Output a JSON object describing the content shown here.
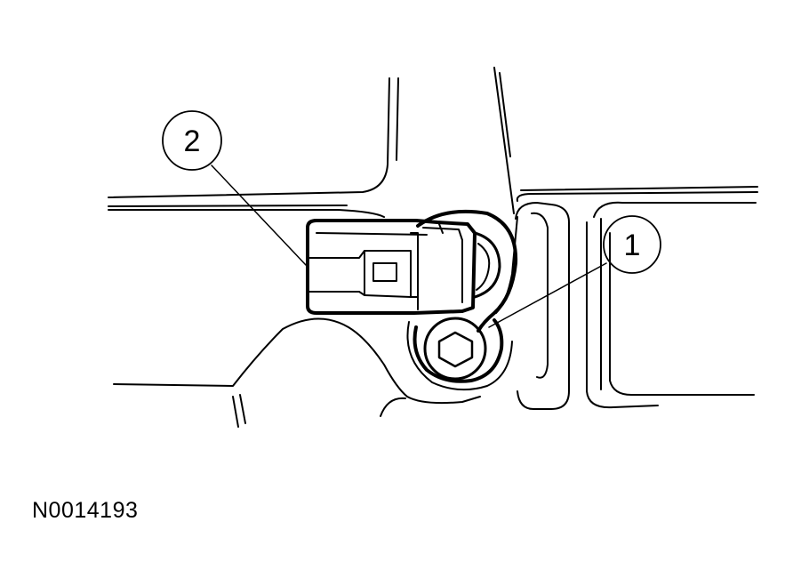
{
  "figure": {
    "id": "N0014193",
    "callouts": [
      {
        "number": "1"
      },
      {
        "number": "2"
      }
    ]
  },
  "colors": {
    "line": "#000000",
    "background": "#ffffff"
  }
}
